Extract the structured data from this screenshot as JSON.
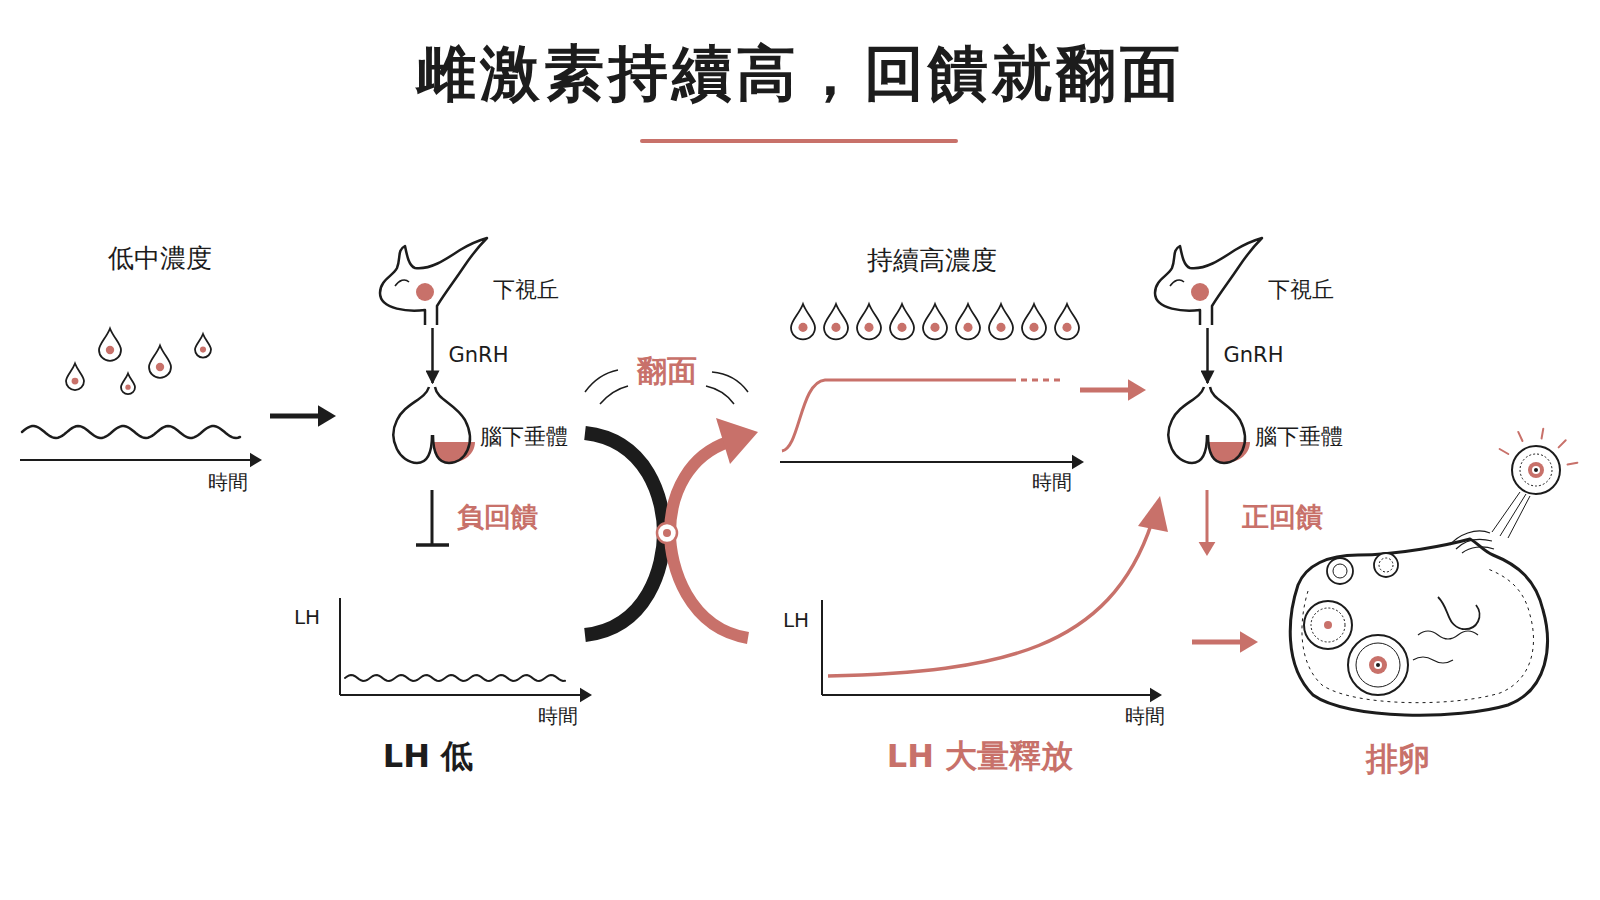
{
  "diagram": {
    "title": "雌激素持續高，回饋就翻面",
    "nodes": [
      {
        "text": [
          "下視丘"
        ]
      },
      {
        "text": [
          "腦下垂體"
        ]
      },
      {
        "text": [
          "下視丘"
        ]
      },
      {
        "text": [
          "腦下垂體"
        ]
      },
      {
        "text": [
          "排卵"
        ]
      }
    ],
    "edges": [
      {
        "from": 0,
        "to": 1,
        "label": "GnRH",
        "arrow": "to"
      },
      {
        "from": 2,
        "to": 3,
        "label": "GnRH",
        "arrow": "to"
      }
    ],
    "labels": [
      "低中濃度",
      "時間",
      "負回饋",
      "LH",
      "時間",
      "LH 低",
      "翻面",
      "持續高濃度",
      "時間",
      "正回饋",
      "LH",
      "時間",
      "LH 大量釋放"
    ]
  }
}
